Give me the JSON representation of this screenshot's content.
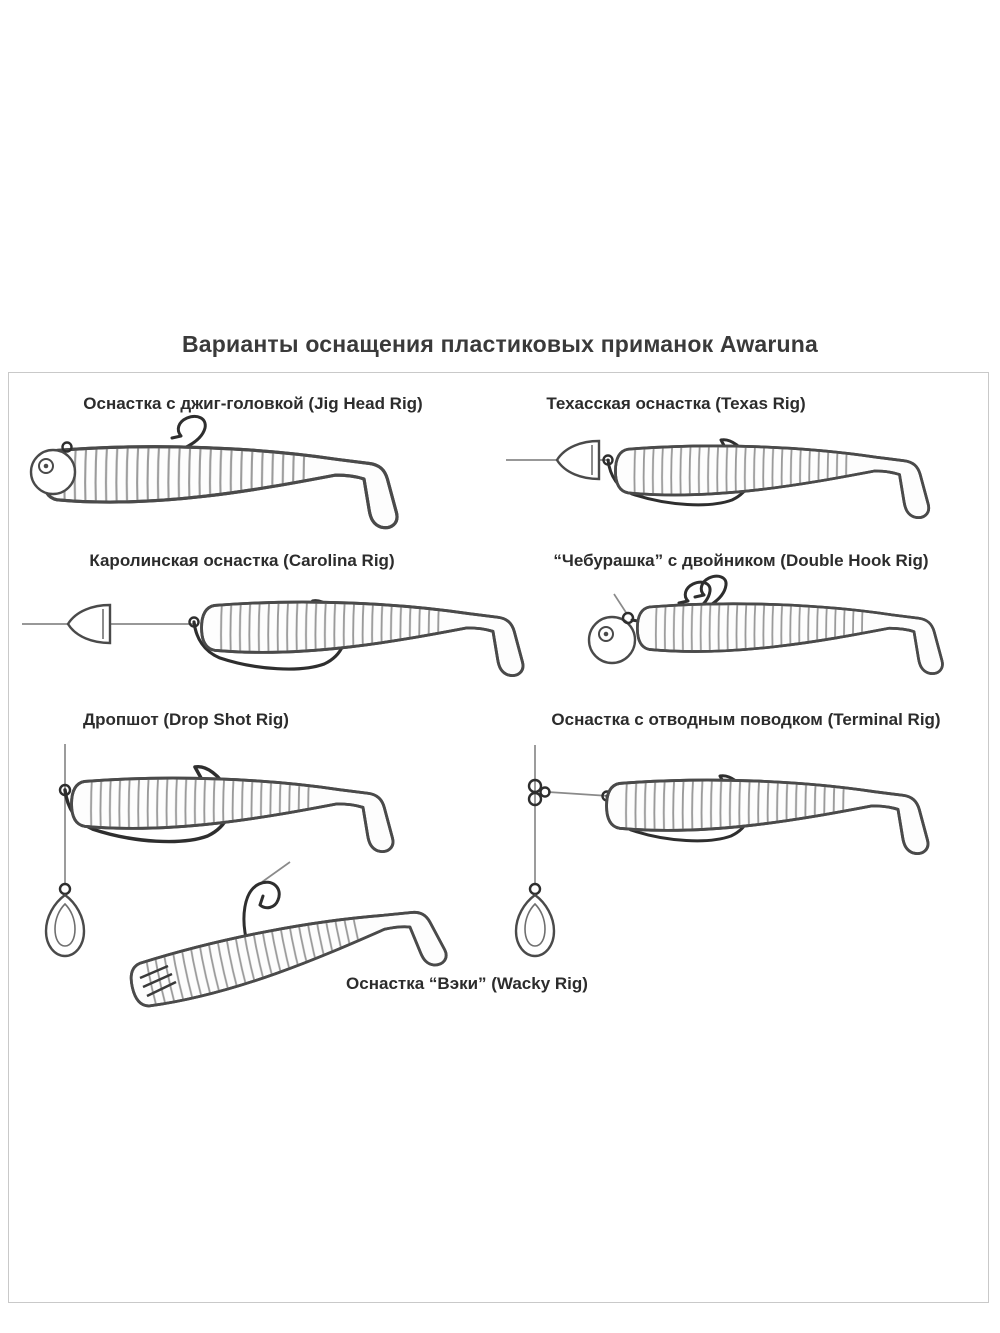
{
  "title": "Варианты оснащения пластиковых приманок Awaruna",
  "diagram": {
    "panels": [
      {
        "id": "jig-head",
        "label": "Оснастка с джиг-головкой (Jig Head Rig)"
      },
      {
        "id": "texas",
        "label": "Техасская оснастка (Texas Rig)"
      },
      {
        "id": "carolina",
        "label": "Каролинская оснастка (Carolina Rig)"
      },
      {
        "id": "cheburashka-double-hook",
        "label": "“Чебурашка” с двойником (Double Hook Rig)"
      },
      {
        "id": "drop-shot",
        "label": "Дропшот (Drop Shot Rig)"
      },
      {
        "id": "terminal",
        "label": "Оснастка с отводным поводком (Terminal Rig)"
      },
      {
        "id": "wacky",
        "label": "Оснастка “Вэки” (Wacky Rig)"
      }
    ],
    "colors": {
      "lure_outline": "#4a4a4a",
      "hook": "#2e2e2e",
      "line": "#8a8a8a",
      "rib": "#9a9a9a",
      "box_border": "#c9c9c9",
      "text": "#2c2c2c"
    }
  }
}
